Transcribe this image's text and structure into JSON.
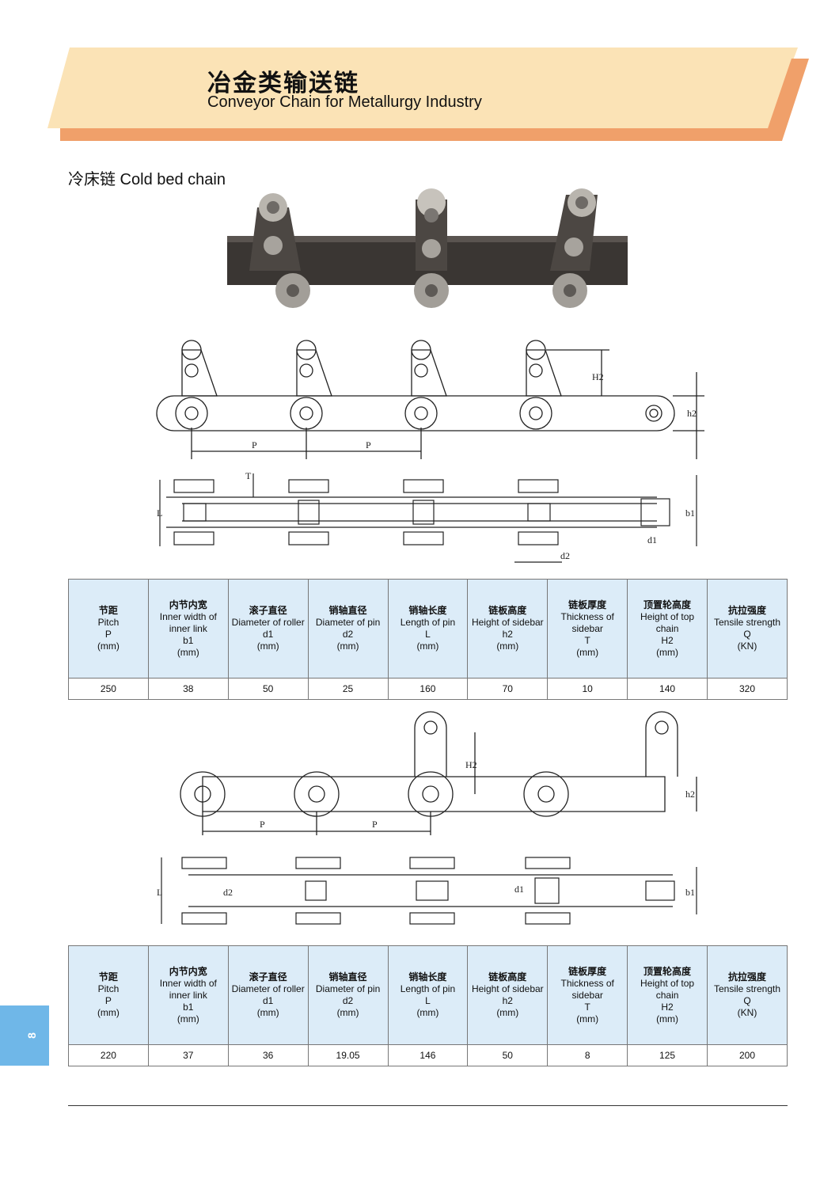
{
  "header": {
    "title_cn": "冶金类输送链",
    "title_en": "Conveyor Chain for Metallurgy Industry"
  },
  "section": {
    "title": "冷床链 Cold bed chain"
  },
  "drawing_labels": {
    "pitch": "P",
    "h2": "h2",
    "H2": "H2",
    "T": "T",
    "L": "L",
    "b1": "b1",
    "d1": "d1",
    "d2": "d2"
  },
  "table_headers": [
    {
      "cn": "节距",
      "en": [
        "Pitch",
        "P",
        "(mm)"
      ]
    },
    {
      "cn": "内节内宽",
      "en": [
        "Inner width of",
        "inner link",
        "b1",
        "(mm)"
      ]
    },
    {
      "cn": "滚子直径",
      "en": [
        "Diameter of roller",
        "d1",
        "(mm)"
      ]
    },
    {
      "cn": "销轴直径",
      "en": [
        "Diameter of pin",
        "d2",
        "(mm)"
      ]
    },
    {
      "cn": "销轴长度",
      "en": [
        "Length of pin",
        "L",
        "(mm)"
      ]
    },
    {
      "cn": "链板高度",
      "en": [
        "Height of sidebar",
        "h2",
        "(mm)"
      ]
    },
    {
      "cn": "链板厚度",
      "en": [
        "Thickness of",
        "sidebar",
        "T",
        "(mm)"
      ]
    },
    {
      "cn": "顶置轮高度",
      "en": [
        "Height of top",
        "chain",
        "H2",
        "(mm)"
      ]
    },
    {
      "cn": "抗拉强度",
      "en": [
        "Tensile strength",
        "Q",
        "(KN)"
      ]
    }
  ],
  "tables": [
    {
      "values": [
        "250",
        "38",
        "50",
        "25",
        "160",
        "70",
        "10",
        "140",
        "320"
      ]
    },
    {
      "values": [
        "220",
        "37",
        "36",
        "19.05",
        "146",
        "50",
        "8",
        "125",
        "200"
      ]
    }
  ],
  "page_number": "8",
  "colors": {
    "banner_light": "#fbe3b6",
    "banner_dark": "#f0a06a",
    "table_header": "#dcecf8",
    "side_tab": "#6fb7e8"
  }
}
